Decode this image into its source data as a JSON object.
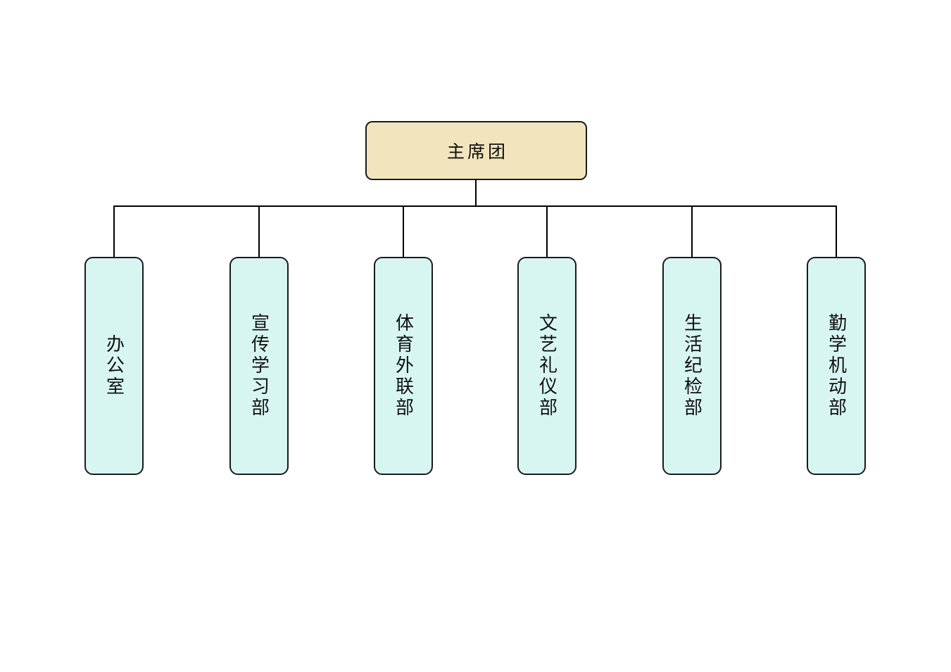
{
  "diagram": {
    "type": "org-chart",
    "root": {
      "label": "主席团"
    },
    "children": [
      {
        "label": "办公室"
      },
      {
        "label": "宣传学习部"
      },
      {
        "label": "体育外联部"
      },
      {
        "label": "文艺礼仪部"
      },
      {
        "label": "生活纪检部"
      },
      {
        "label": "勤学机动部"
      }
    ],
    "colors": {
      "background": "#FFFFFF",
      "root_fill": "#F2E5BD",
      "child_fill": "#D8F6F1",
      "border": "#1A1A1A",
      "connector": "#000000",
      "text": "#111111"
    }
  }
}
